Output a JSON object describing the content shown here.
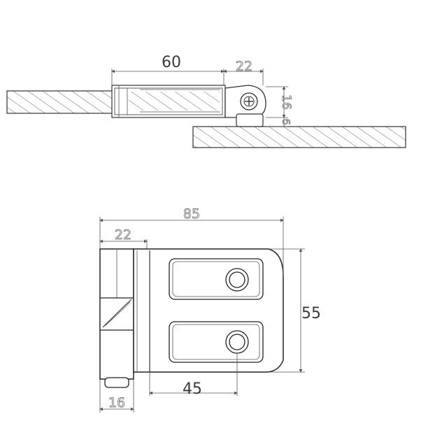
{
  "top_view": {
    "dim_width": "60",
    "dim_offset": "22",
    "dim_height": "16",
    "dim_gap": "6"
  },
  "front_view": {
    "dim_total": "85",
    "dim_barrel": "22",
    "dim_height": "55",
    "dim_holes": "45",
    "dim_base": "16"
  },
  "colors": {
    "line": "#333333",
    "dimension": "#555555",
    "background": "#ffffff"
  }
}
